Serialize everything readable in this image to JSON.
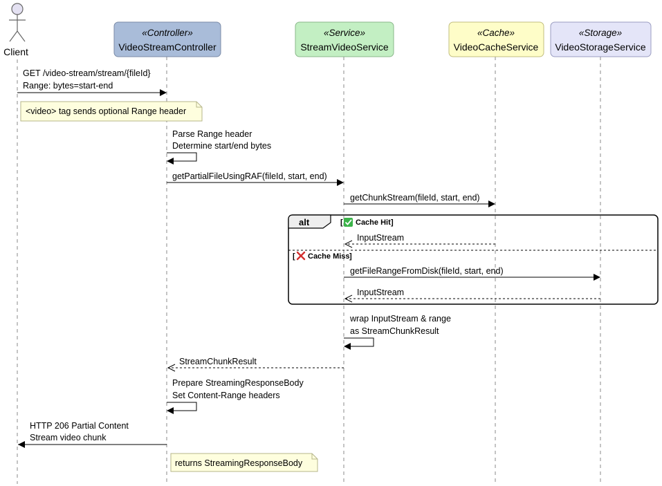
{
  "participants": {
    "client": {
      "label": "Client"
    },
    "controller": {
      "stereotype": "«Controller»",
      "name": "VideoStreamController",
      "color": "#A9BCD9"
    },
    "service": {
      "stereotype": "«Service»",
      "name": "StreamVideoService",
      "color": "#C3EFC3"
    },
    "cache": {
      "stereotype": "«Cache»",
      "name": "VideoCacheService",
      "color": "#FEFDC8"
    },
    "storage": {
      "stereotype": "«Storage»",
      "name": "VideoStorageService",
      "color": "#E4E5F8"
    }
  },
  "messages": {
    "m1": {
      "line1": "GET /video-stream/stream/{fileId}",
      "line2": "Range: bytes=start-end"
    },
    "m2": {
      "line1": "Parse Range header",
      "line2": "Determine start/end bytes"
    },
    "m3": {
      "line1": "getPartialFileUsingRAF(fileId, start, end)"
    },
    "m4": {
      "line1": "getChunkStream(fileId, start, end)"
    },
    "m5": {
      "line1": "InputStream"
    },
    "m6": {
      "line1": "getFileRangeFromDisk(fileId, start, end)"
    },
    "m7": {
      "line1": "InputStream"
    },
    "m8": {
      "line1": "wrap InputStream & range",
      "line2": "as StreamChunkResult"
    },
    "m9": {
      "line1": "StreamChunkResult"
    },
    "m10": {
      "line1": "Prepare StreamingResponseBody",
      "line2": "Set Content-Range headers"
    },
    "m11": {
      "line1": "HTTP 206 Partial Content",
      "line2": "Stream video chunk"
    }
  },
  "notes": {
    "n1": {
      "text": "<video> tag sends optional Range header",
      "color": "#FEFEDE"
    },
    "n2": {
      "text": "returns StreamingResponseBody",
      "color": "#FEFEDE"
    }
  },
  "alt_fragment": {
    "keyword": "alt",
    "guard1_icon": "check-icon",
    "guard1": "Cache Hit",
    "guard2_icon": "cross-icon",
    "guard2": "Cache Miss"
  }
}
